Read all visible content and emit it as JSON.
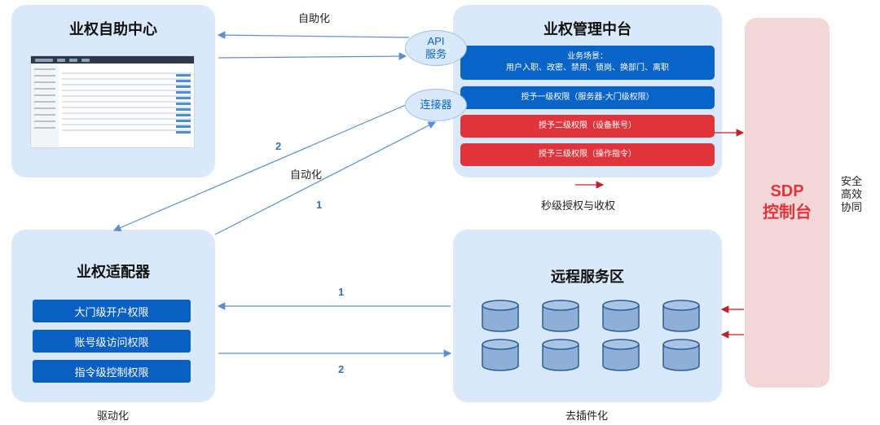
{
  "self_service": {
    "title": "业权自助中心",
    "label_top": "自助化"
  },
  "management": {
    "title": "业权管理中台",
    "scenario_title": "业务场景：",
    "scenario_text": "用户入职、改密、禁用、锁岗、换部门、离职",
    "grant1": "授予一级权限（服务器-大门级权限）",
    "grant2": "授予二级权限（设备账号）",
    "grant3": "授予三级权限（操作指令）",
    "caption": "秒级授权与收权"
  },
  "api_oval": {
    "line1": "API",
    "line2": "服务"
  },
  "connector_oval": {
    "label": "连接器"
  },
  "adapter": {
    "title": "业权适配器",
    "items": [
      "大门级开户权限",
      "账号级访问权限",
      "指令级控制权限"
    ],
    "caption": "驱动化"
  },
  "remote": {
    "title": "远程服务区",
    "caption": "去插件化"
  },
  "sdp": {
    "line1": "SDP",
    "line2": "控制台",
    "side_text": [
      "安全",
      "高效",
      "协同"
    ]
  },
  "flow_labels": {
    "automation": "自动化",
    "n2_left": "2",
    "n1_mid": "1",
    "n1_bottom": "1",
    "n2_bottom": "2"
  },
  "colors": {
    "panel": "#d9e9fa",
    "blue": "#0a63c6",
    "red": "#e0343c",
    "sdp_bg": "#f3d6d8",
    "arrow": "#5b8fd0"
  }
}
